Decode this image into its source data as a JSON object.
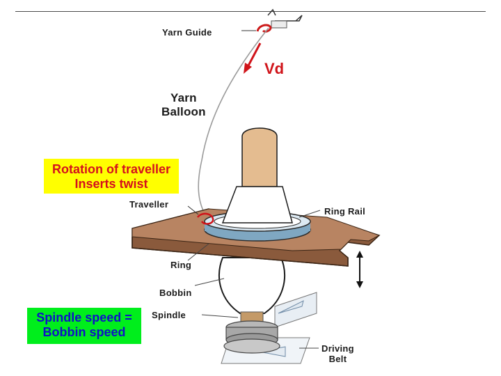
{
  "labels": {
    "yarn_guide": "Yarn Guide",
    "vd": "Vd",
    "yarn_balloon": "Yarn\nBalloon",
    "traveller": "Traveller",
    "ring_rail": "Ring Rail",
    "ring": "Ring",
    "bobbin": "Bobbin",
    "spindle": "Spindle",
    "driving_belt": "Driving\nBelt"
  },
  "callouts": {
    "rotation": "Rotation of traveller\nInserts twist",
    "spindle_speed": "Spindle speed =\nBobbin speed"
  },
  "colors": {
    "yellow_box": "#ffff00",
    "green_box": "#00ee1c",
    "rail_wood": "#8a5a3c",
    "ring_blue": "#7fa7c2",
    "arrow_red": "#d0141a"
  }
}
